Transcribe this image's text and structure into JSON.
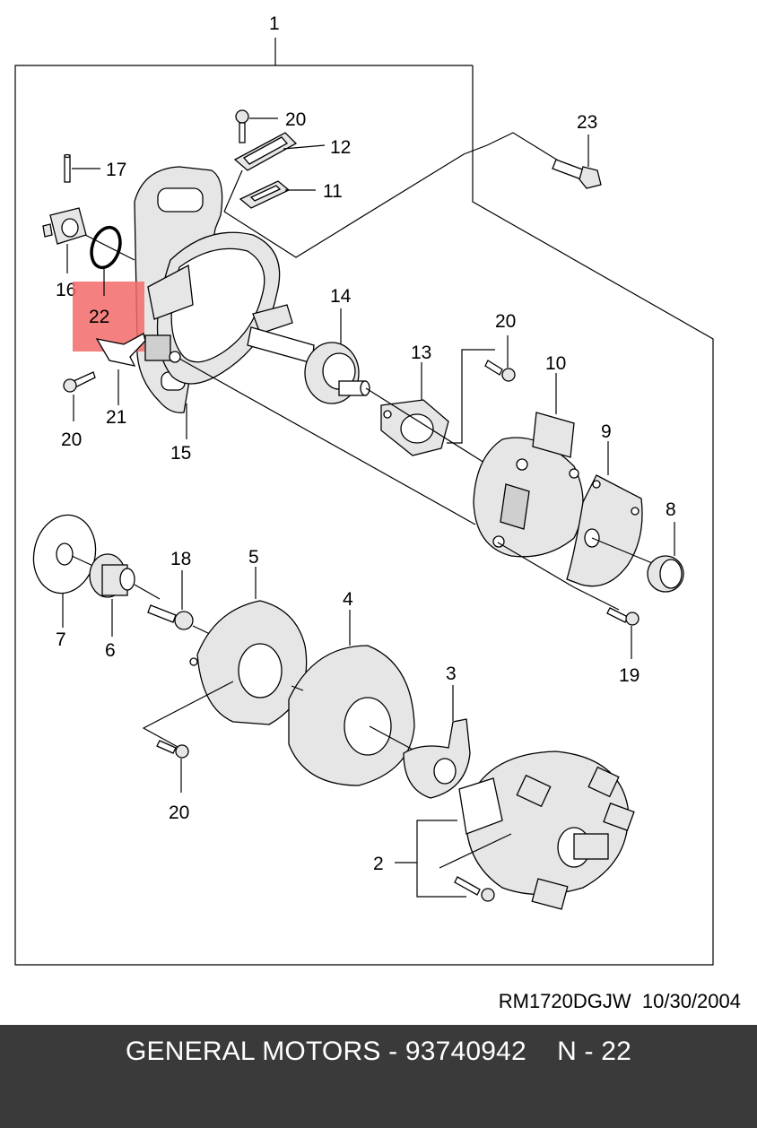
{
  "diagram": {
    "assembly_label": "1",
    "callouts": {
      "p2": "2",
      "p3": "3",
      "p4": "4",
      "p5": "5",
      "p6": "6",
      "p7": "7",
      "p8": "8",
      "p9": "9",
      "p10": "10",
      "p11": "11",
      "p12": "12",
      "p13": "13",
      "p14": "14",
      "p15": "15",
      "p16": "16",
      "p17": "17",
      "p18": "18",
      "p19": "19",
      "p20a": "20",
      "p20b": "20",
      "p20c": "20",
      "p20d": "20",
      "p21": "21",
      "p22": "22",
      "p23": "23"
    },
    "highlighted_part": "22",
    "highlight_color": "#f26a6a"
  },
  "doc_code": "RM1720DGJW",
  "doc_date": "10/30/2004",
  "footer": {
    "brand": "GENERAL MOTORS",
    "separator": "-",
    "part_number": "93740942",
    "ref": "N - 22",
    "background": "#3a3a3a"
  }
}
